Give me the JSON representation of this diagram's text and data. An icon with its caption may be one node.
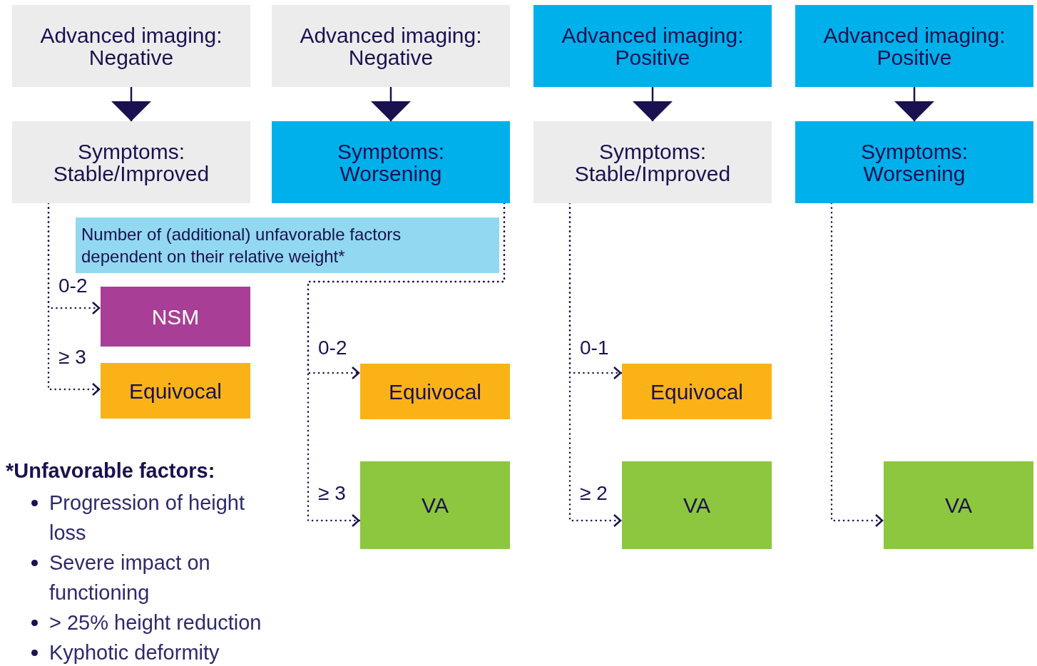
{
  "diagram": {
    "nodes": [
      {
        "text": [
          "Advanced imaging: Negative"
        ]
      },
      {
        "text": [
          "Advanced imaging: Negative"
        ]
      },
      {
        "text": [
          "Advanced imaging: Positive"
        ]
      },
      {
        "text": [
          "Advanced imaging: Positive"
        ]
      },
      {
        "text": [
          "Symptoms: Stable/Improved"
        ]
      },
      {
        "text": [
          "Symptoms: Worsening"
        ]
      },
      {
        "text": [
          "Symptoms: Stable/Improved"
        ]
      },
      {
        "text": [
          "Symptoms: Worsening"
        ]
      },
      {
        "text": [
          "Number of (additional) unfavorable factors dependent on their relative weight*"
        ]
      },
      {
        "text": [
          "NSM"
        ]
      },
      {
        "text": [
          "Equivocal"
        ]
      },
      {
        "text": [
          "Equivocal"
        ]
      },
      {
        "text": [
          "VA"
        ]
      },
      {
        "text": [
          "Equivocal"
        ]
      },
      {
        "text": [
          "VA"
        ]
      },
      {
        "text": [
          "VA"
        ]
      }
    ],
    "edges": [
      {
        "from": 0,
        "to": 4,
        "arrow": "to"
      },
      {
        "from": 1,
        "to": 5,
        "arrow": "to"
      },
      {
        "from": 2,
        "to": 6,
        "arrow": "to"
      },
      {
        "from": 3,
        "to": 7,
        "arrow": "to"
      },
      {
        "from": 4,
        "to": 9,
        "arrow": "to",
        "label": "0-2",
        "style": "dashed"
      },
      {
        "from": 4,
        "to": 10,
        "arrow": "to",
        "label": "≥ 3",
        "style": "dashed"
      },
      {
        "from": 5,
        "to": 11,
        "arrow": "to",
        "label": "0-2",
        "style": "dashed"
      },
      {
        "from": 5,
        "to": 12,
        "arrow": "to",
        "label": "≥ 3",
        "style": "dashed"
      },
      {
        "from": 6,
        "to": 13,
        "arrow": "to",
        "label": "0-1",
        "style": "dashed"
      },
      {
        "from": 6,
        "to": 14,
        "arrow": "to",
        "label": "≥ 2",
        "style": "dashed"
      },
      {
        "from": 7,
        "to": 15,
        "arrow": "to",
        "style": "dashed"
      }
    ],
    "labels": [
      "*Unfavorable factors:",
      "Progression of height loss",
      "Severe impact on functioning",
      "> 25% height reduction",
      "Kyphotic deformity"
    ]
  }
}
